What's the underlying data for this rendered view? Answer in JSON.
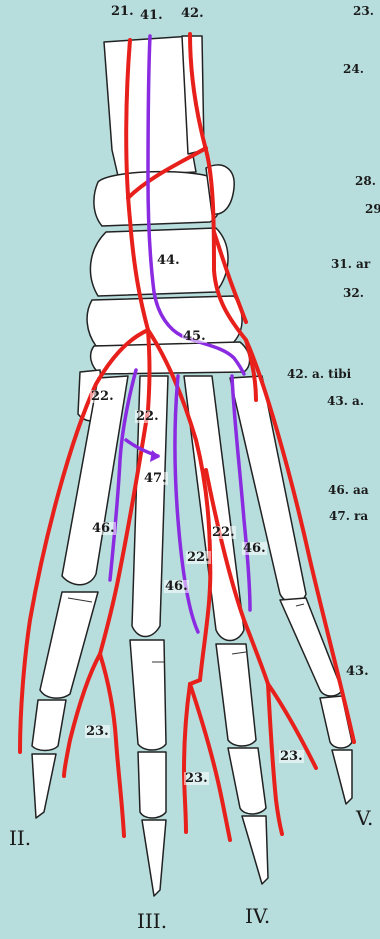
{
  "colors": {
    "background": "#b7dedd",
    "artery": "#e8201b",
    "vein_branch": "#8a2be2",
    "bone_fill": "#ffffff",
    "bone_stroke": "#222222"
  },
  "labels": {
    "l21": "21.",
    "l41": "41.",
    "l42": "42.",
    "l44": "44.",
    "l45": "45.",
    "l22a": "22.",
    "l22b": "22.",
    "l22c": "22.",
    "l22d": "22.",
    "l47": "47.",
    "l46a": "46.",
    "l46b": "46.",
    "l46c": "46.",
    "l23a": "23.",
    "l23b": "23.",
    "l23c": "23.",
    "l43": "43."
  },
  "digits": {
    "d2": "II.",
    "d3": "III.",
    "d4": "IV.",
    "d5": "V."
  },
  "legend": {
    "l23": "23.",
    "l24": "24.",
    "l28": "28.",
    "l29": "29",
    "l31": "31. ar",
    "l32": "32.",
    "l42": "42. a. tibi",
    "l43": "43. a.",
    "l46": "46. aa",
    "l47": "47. ra"
  }
}
